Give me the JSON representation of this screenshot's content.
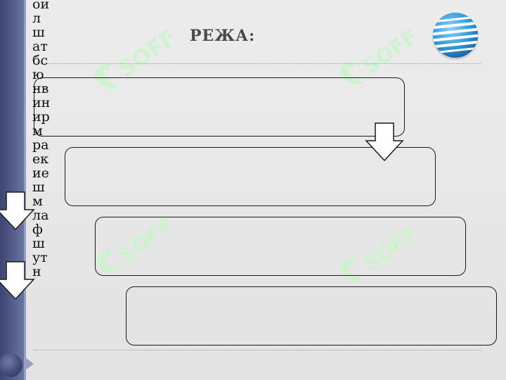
{
  "slide": {
    "title": "РЕЖА:",
    "watermark_text": "SOFF",
    "vertical_text": "оилшатбсюнвинирмраекиешмлафшутн",
    "boxes": [
      {
        "label": ""
      },
      {
        "label": ""
      },
      {
        "label": ""
      },
      {
        "label": ""
      }
    ]
  },
  "icons": {
    "logo": "globe-logo-icon",
    "arrow": "down-arrow-icon",
    "nav": "play-triangle-icon"
  },
  "colors": {
    "left_bar": "#4b5580",
    "watermark": "#c9f5c9",
    "globe_blue": "#2f9be0",
    "title": "#4a4a4a",
    "box_border": "#1a1a1a"
  }
}
